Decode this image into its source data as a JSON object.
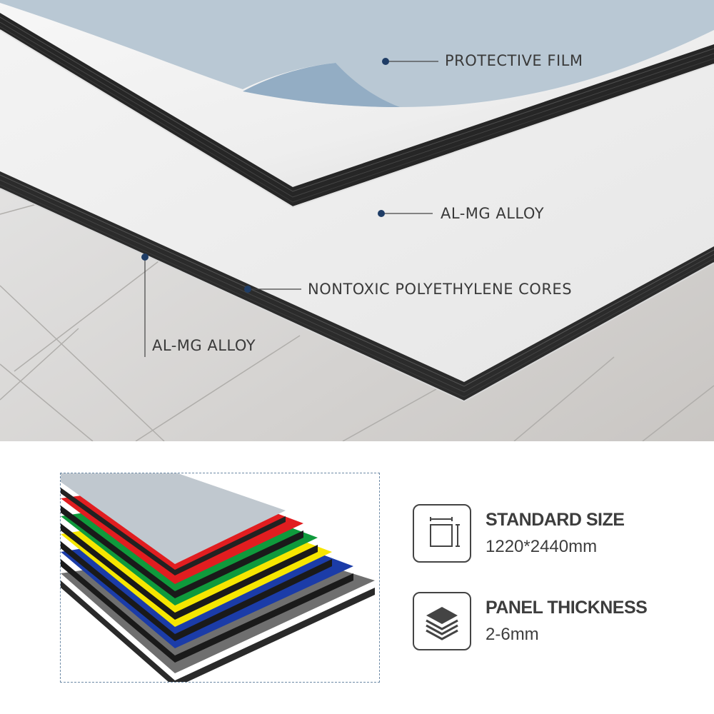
{
  "callouts": {
    "protective_film": "PROTECTIVE FILM",
    "al_mg_alloy_top": "AL-MG ALLOY",
    "core": "NONTOXIC POLYETHYLENE CORES",
    "al_mg_alloy_bottom": "AL-MG ALLOY"
  },
  "specs": {
    "standard_size": {
      "title": "STANDARD SIZE",
      "value": "1220*2440mm",
      "icon": "dimensions-icon"
    },
    "panel_thickness": {
      "title": "PANEL THICKNESS",
      "value": "2-6mm",
      "icon": "layers-icon"
    }
  },
  "colors": {
    "film": "#b9c8d4",
    "core": "#2b2b2b",
    "marker": "#1f3d66",
    "panel_red": "#e11d20",
    "panel_green": "#0f9a3c",
    "panel_yellow": "#f6e600",
    "panel_blue": "#1b3ca8",
    "panel_gray": "#6f6f6f"
  }
}
